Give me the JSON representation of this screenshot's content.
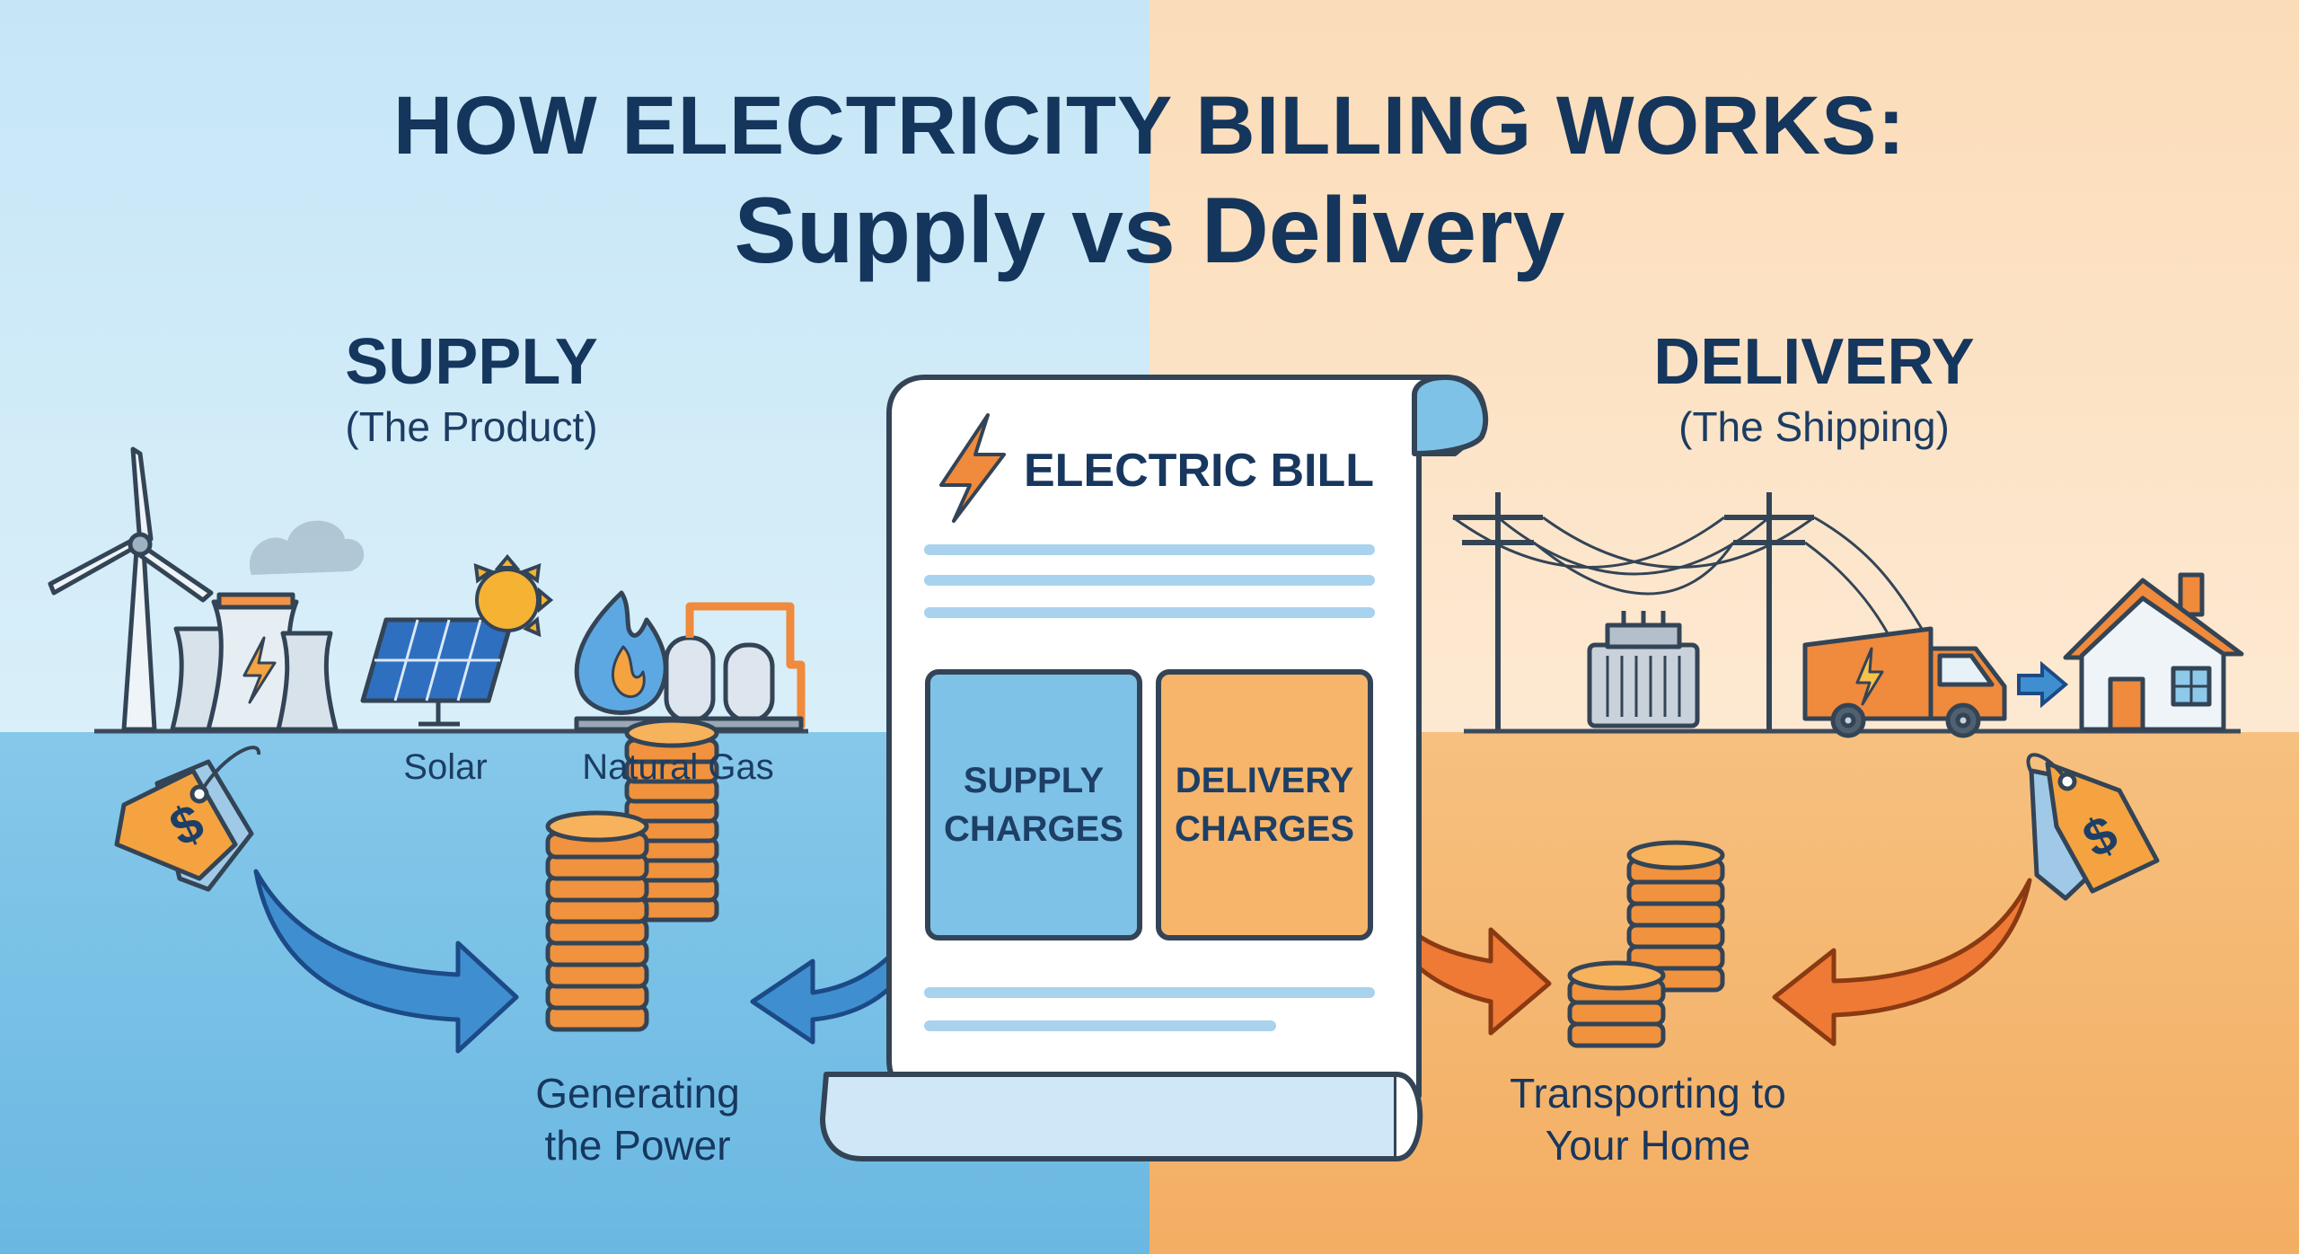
{
  "title": {
    "line1": "HOW ELECTRICITY BILLING WORKS:",
    "line2": "Supply vs Delivery"
  },
  "supply": {
    "heading": "SUPPLY",
    "subheading": "(The Product)",
    "source_labels": [
      "Solar",
      "Natural Gas"
    ],
    "cost_label_line1": "Generating",
    "cost_label_line2": "the Power"
  },
  "delivery": {
    "heading": "DELIVERY",
    "subheading": "(The Shipping)",
    "cost_label_line1": "Transporting to",
    "cost_label_line2": "Your Home"
  },
  "bill": {
    "title": "ELECTRIC BILL",
    "supply_box_line1": "SUPPLY",
    "supply_box_line2": "CHARGES",
    "delivery_box_line1": "DELIVERY",
    "delivery_box_line2": "CHARGES"
  },
  "colors": {
    "supply_light": "#cfe9f7",
    "supply_dark": "#7dc3e8",
    "delivery_light": "#fbe3c4",
    "delivery_dark": "#f5b26a",
    "navy": "#17375e",
    "orange_accent": "#f08a3c",
    "blue_accent": "#3f8fd0"
  },
  "icons": [
    "wind-turbine-icon",
    "power-plant-icon",
    "solar-panel-icon",
    "sun-icon",
    "gas-flame-icon",
    "gas-tanks-icon",
    "price-tag-icon",
    "coin-stack-icon",
    "utility-pole-icon",
    "transformer-icon",
    "truck-icon",
    "house-icon",
    "lightning-icon"
  ]
}
